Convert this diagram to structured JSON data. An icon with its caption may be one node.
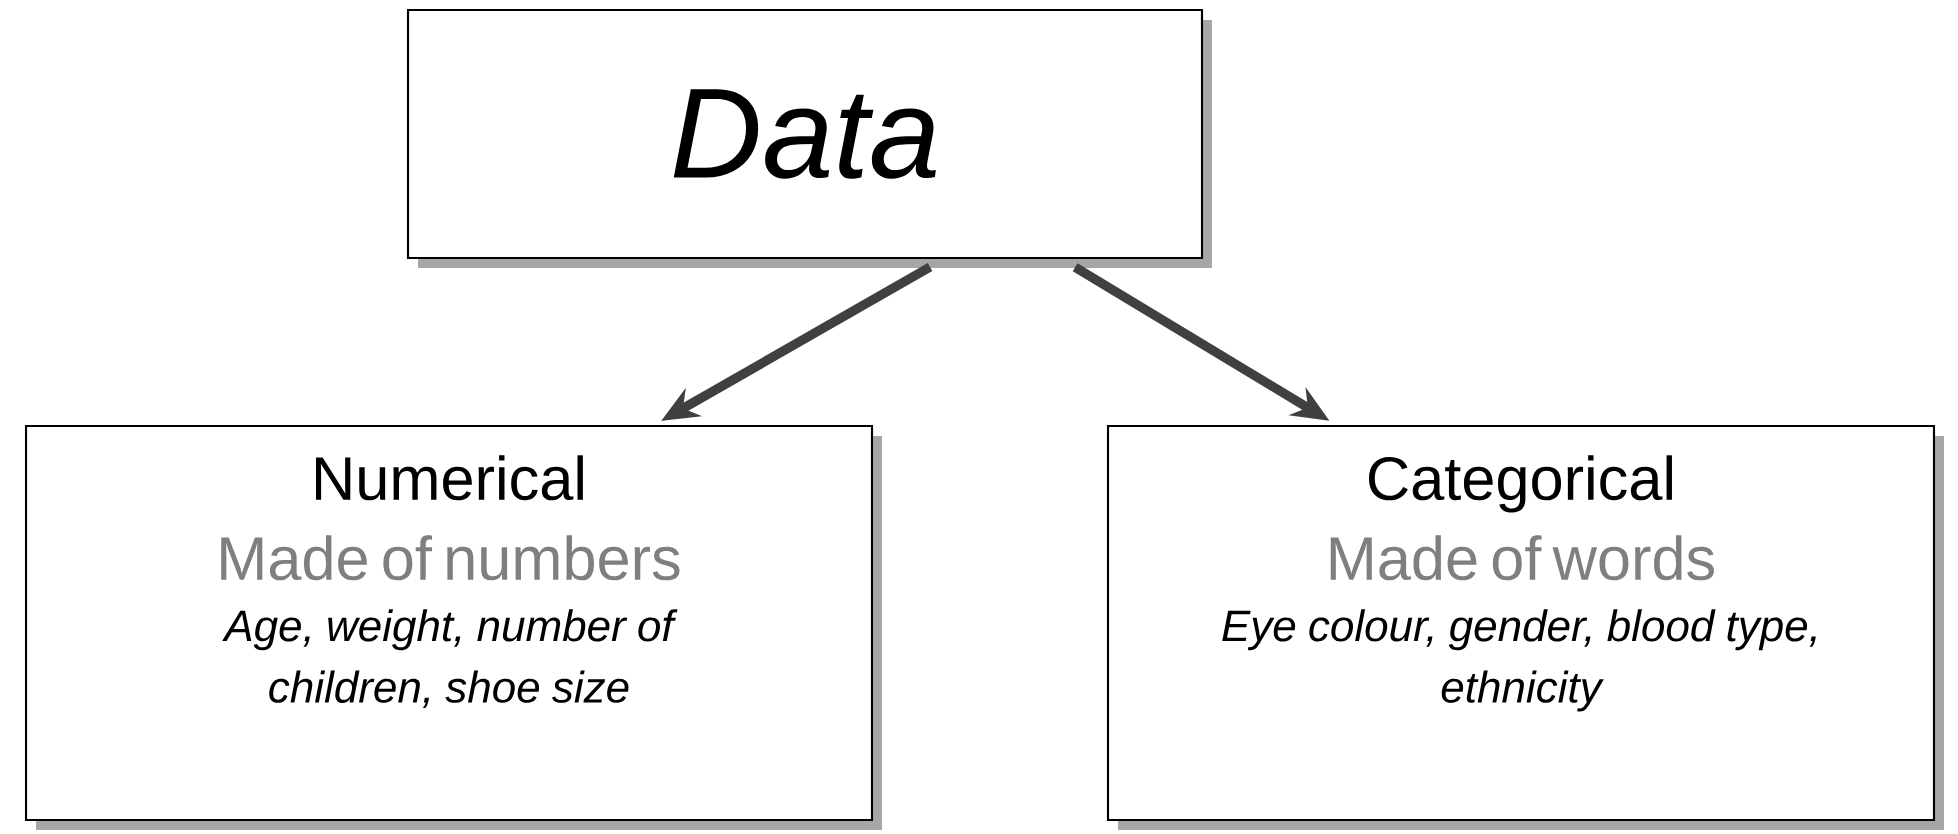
{
  "diagram": {
    "nodes": [
      {
        "text": [
          "Data"
        ]
      },
      {
        "text": [
          "Numerical",
          "Made of numbers",
          "Age, weight, number of children, shoe size"
        ]
      },
      {
        "text": [
          "Categorical",
          "Made of words",
          "Eye colour, gender, blood type, ethnicity"
        ]
      }
    ],
    "edges": [
      {
        "from": 0,
        "to": 1,
        "arrow": "to"
      },
      {
        "from": 0,
        "to": 2,
        "arrow": "to"
      }
    ]
  }
}
